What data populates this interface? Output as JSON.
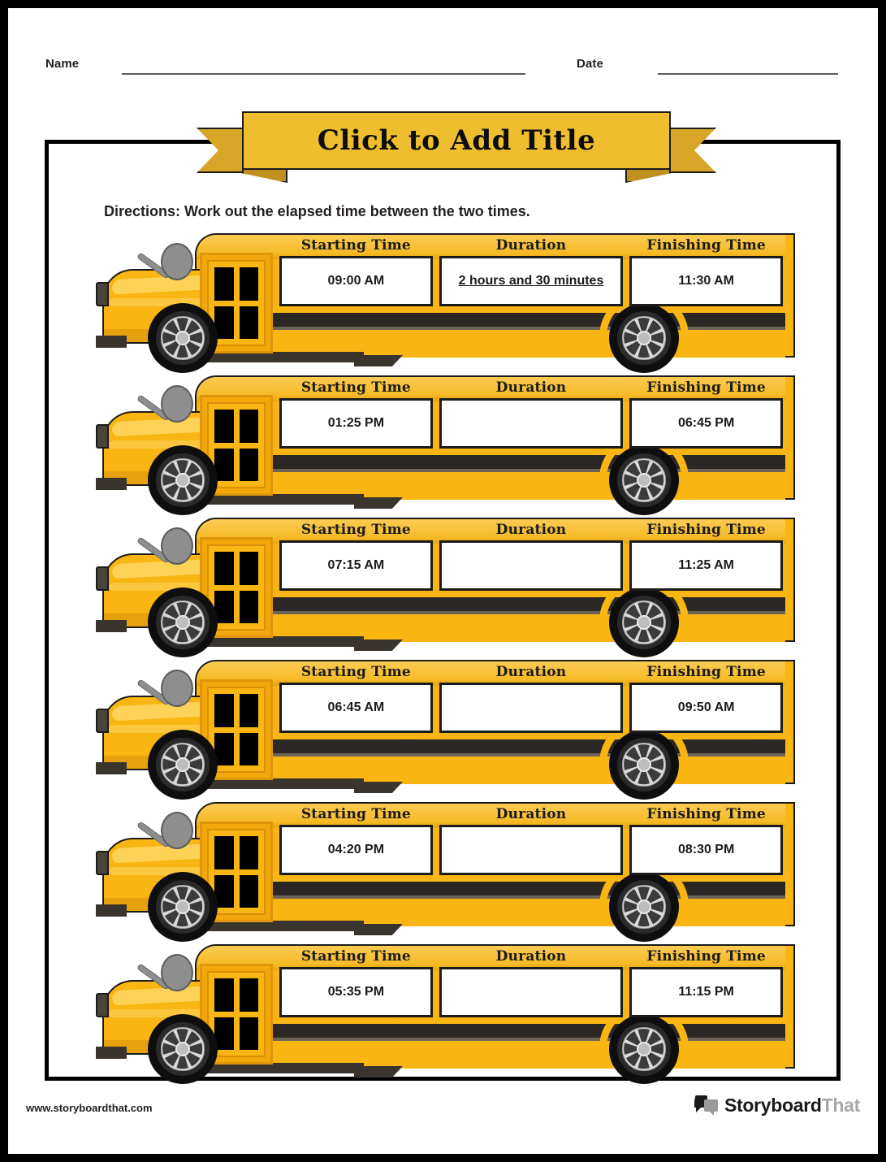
{
  "header": {
    "name_label": "Name",
    "date_label": "Date"
  },
  "banner": {
    "title": "Click to Add Title",
    "ribbon_color": "#efbe2e",
    "ribbon_tail_color": "#d9a527"
  },
  "directions": "Directions: Work out the elapsed time between the two times.",
  "columns": {
    "start": "Starting Time",
    "duration": "Duration",
    "finish": "Finishing Time"
  },
  "colors": {
    "bus_body": "#f9b511",
    "bus_stripe": "#2b2724",
    "page_border": "#000000",
    "rule": "#58595b"
  },
  "rows": [
    {
      "start": "09:00 AM",
      "duration": "2 hours and 30 minutes",
      "duration_underlined": true,
      "finish": "11:30 AM"
    },
    {
      "start": "01:25 PM",
      "duration": "",
      "duration_underlined": false,
      "finish": "06:45 PM"
    },
    {
      "start": "07:15 AM",
      "duration": "",
      "duration_underlined": false,
      "finish": "11:25 AM"
    },
    {
      "start": "06:45 AM",
      "duration": "",
      "duration_underlined": false,
      "finish": "09:50 AM"
    },
    {
      "start": "04:20 PM",
      "duration": "",
      "duration_underlined": false,
      "finish": "08:30 PM"
    },
    {
      "start": "05:35 PM",
      "duration": "",
      "duration_underlined": false,
      "finish": "11:15 PM"
    }
  ],
  "footer": {
    "url": "www.storyboardthat.com",
    "logo_primary": "Storyboard",
    "logo_secondary": "That"
  }
}
